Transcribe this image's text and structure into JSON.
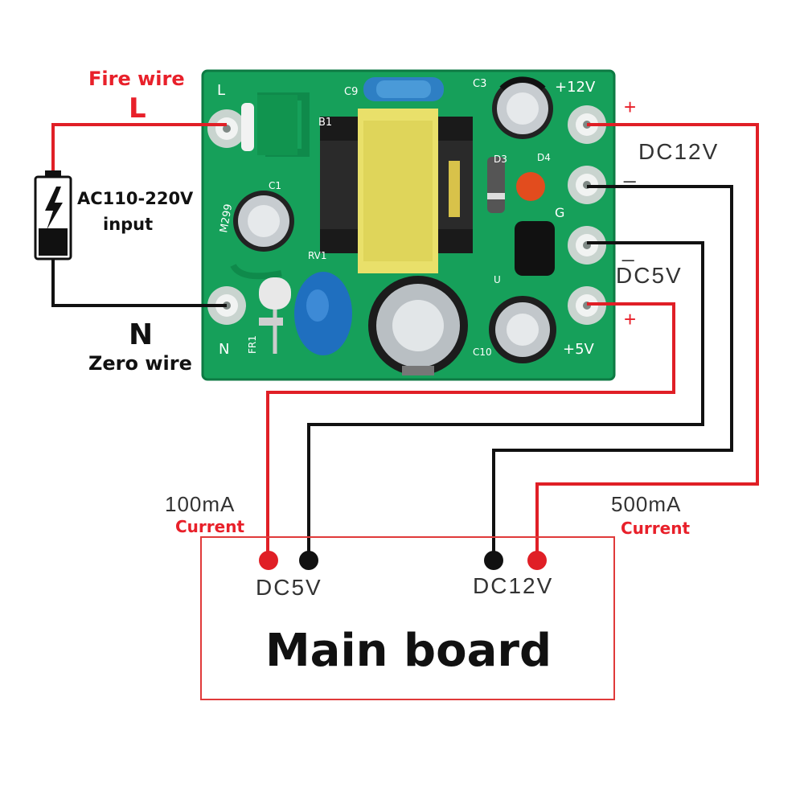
{
  "colors": {
    "wire_red": "#e01f26",
    "wire_black": "#111111",
    "pcb_green": "#16a05a",
    "pcb_dark": "#0d7a43",
    "main_board_border": "#e03a3a",
    "label_red": "#e8202a",
    "label_gray": "#333333"
  },
  "input": {
    "fire_wire_label": "Fire wire",
    "l_label": "L",
    "n_label": "N",
    "zero_wire_label": "Zero wire",
    "ac_label": "AC110-220V",
    "input_label": "input",
    "battery_icon": "ac-source-battery-icon"
  },
  "pcb": {
    "silk_l": "L",
    "silk_n": "N",
    "silk_c9": "C9",
    "silk_c3": "C3",
    "silk_12v": "+12V",
    "silk_5v": "+5V",
    "silk_b1": "B1",
    "silk_c1": "C1",
    "silk_m299": "M299",
    "silk_rv": "RV1",
    "silk_d3": "D3",
    "silk_d4": "D4",
    "silk_g": "G",
    "silk_fr1": "FR1",
    "silk_c10": "C10",
    "silk_u": "U"
  },
  "outputs": {
    "dc12v_label": "DC12V",
    "dc5v_label": "DC5V",
    "plus_top": "+",
    "minus_top": "_",
    "minus_bottom": "_",
    "plus_bottom": "+"
  },
  "currents": {
    "left_value": "100mA",
    "left_caption": "Current",
    "right_value": "500mA",
    "right_caption": "Current"
  },
  "main_board": {
    "title": "Main board",
    "dc5v_label": "DC5V",
    "dc12v_label": "DC12V"
  }
}
